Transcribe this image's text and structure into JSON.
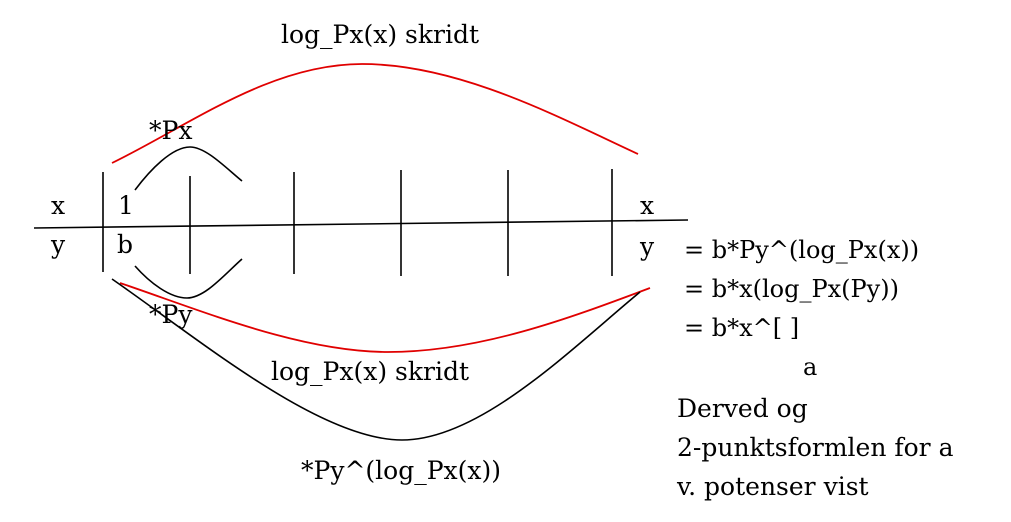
{
  "labels": {
    "top_step": "log_Px(x) skridt",
    "px_factor": "*Px",
    "py_factor": "*Py",
    "bottom_step": "log_Px(x) skridt",
    "bottom_factor": "*Py^(log_Px(x))",
    "x_left": "x",
    "y_left": "y",
    "x_right": "x",
    "y_right": "y",
    "one": "1",
    "b": "b"
  },
  "equations": {
    "eq1": "= b*Py^(log_Px(x))",
    "eq2": "= b*x(log_Px(Py))",
    "eq3": "= b*x^[       ]",
    "a": "a"
  },
  "conclusion": {
    "line1": "Derved og",
    "line2": "2-punktsformlen for a",
    "line3": "v. potenser vist"
  },
  "colors": {
    "ink": "#000000",
    "accent": "#e00000"
  }
}
